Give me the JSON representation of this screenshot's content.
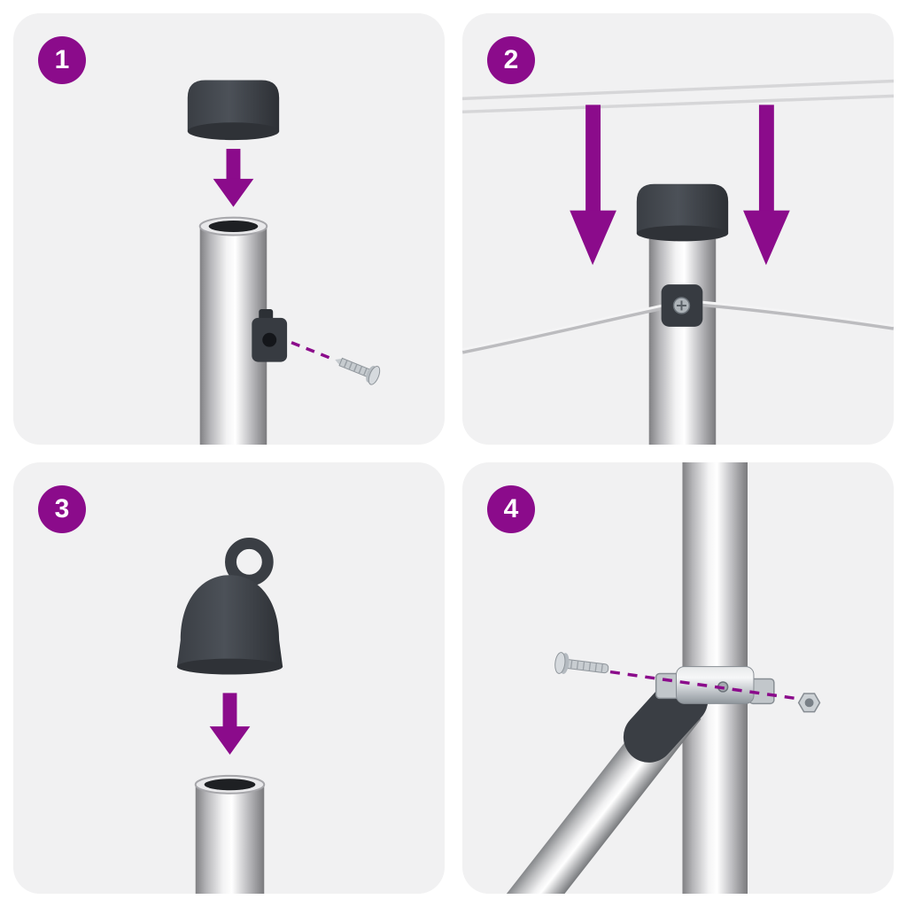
{
  "colors": {
    "accent": "#8B0B8B",
    "page-bg": "#FFFFFF",
    "panel-bg": "#F1F1F2",
    "badge-text": "#FFFFFF",
    "cap-dark": "#3A3E44",
    "wire-gray": "#D6D6D8"
  },
  "steps": [
    {
      "number": "1",
      "name": "attach-post-cap",
      "icons": [
        "post-cap-icon",
        "down-arrow-icon",
        "pole-open-top-icon",
        "cable-bracket-icon",
        "screw-icon",
        "dashed-guide-line"
      ]
    },
    {
      "number": "2",
      "name": "thread-tension-wires",
      "icons": [
        "top-wire-lines",
        "down-arrow-left-icon",
        "down-arrow-right-icon",
        "capped-pole-icon",
        "cable-bracket-icon",
        "fence-wire-line"
      ]
    },
    {
      "number": "3",
      "name": "attach-eye-cap",
      "icons": [
        "eye-cap-icon",
        "down-arrow-icon",
        "pole-open-top-icon"
      ]
    },
    {
      "number": "4",
      "name": "bolt-diagonal-brace-clamp",
      "icons": [
        "vertical-pole-icon",
        "diagonal-brace-icon",
        "brace-connector-icon",
        "clamp-icon",
        "bolt-icon",
        "nut-icon",
        "dashed-guide-line"
      ]
    }
  ]
}
